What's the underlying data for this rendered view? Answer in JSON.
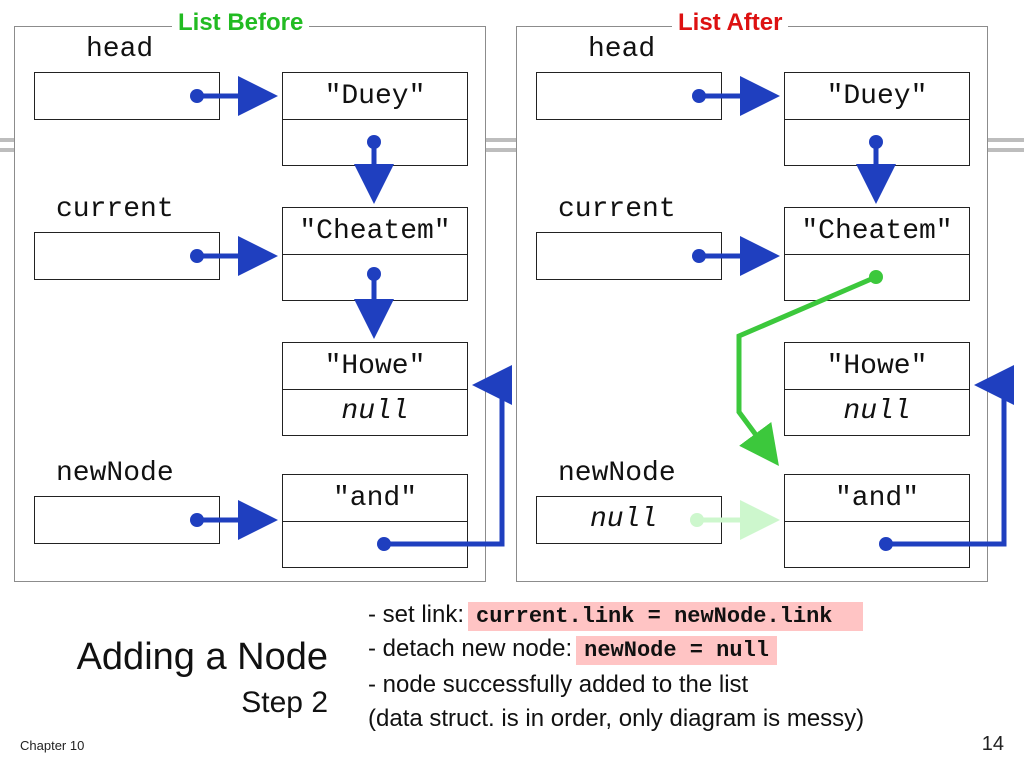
{
  "panels": {
    "before": {
      "title": "List Before",
      "title_color": "#22bb22"
    },
    "after": {
      "title": "List After",
      "title_color": "#dd1111"
    }
  },
  "variables": {
    "head": "head",
    "current": "current",
    "newNode": "newNode",
    "null_value": "null"
  },
  "nodes": {
    "duey": "\"Duey\"",
    "cheatem": "\"Cheatem\"",
    "howe": "\"Howe\"",
    "and": "\"and\""
  },
  "colors": {
    "pointer_blue": "#1f3fbf",
    "new_link_green": "#3cc83c",
    "detached_pale_green": "#cdf7cd",
    "highlight_pink": "#ffc4c4"
  },
  "slide": {
    "title": "Adding a Node",
    "subtitle": "Step 2",
    "bullets": [
      {
        "text": "- set link:",
        "code": "current.link = newNode.link"
      },
      {
        "text": "- detach new node:",
        "code": "newNode = null"
      },
      {
        "text": "- node successfully added to the list"
      },
      {
        "text": "(data struct. is in order, only diagram is messy)"
      }
    ],
    "footer_left": "Chapter 10",
    "page_number": "14"
  }
}
